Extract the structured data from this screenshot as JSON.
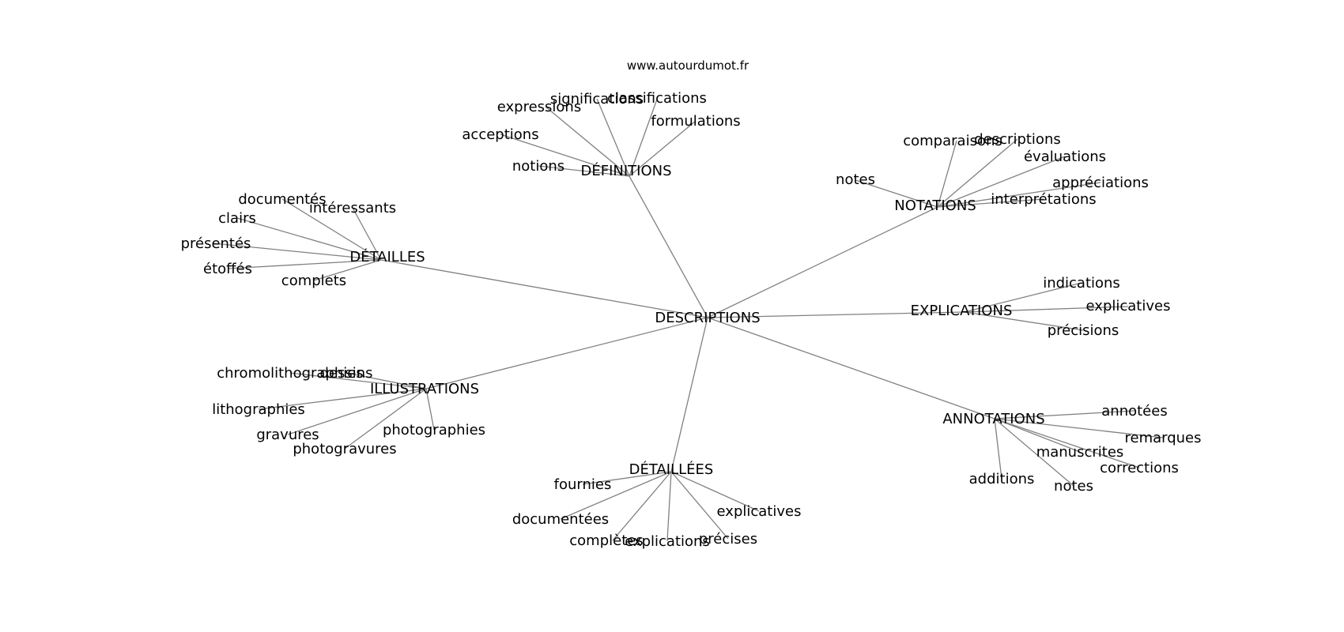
{
  "source": "www.autourdumot.fr",
  "colors": {
    "edge": "#808080",
    "text": "#000000",
    "background": "#ffffff"
  },
  "center": "DESCRIPTIONS",
  "hubs": [
    {
      "label": "DÉFINITIONS",
      "leaves": [
        "acceptions",
        "expressions",
        "significations",
        "classifications",
        "formulations",
        "notions"
      ]
    },
    {
      "label": "NOTATIONS",
      "leaves": [
        "notes",
        "comparaisons",
        "descriptions",
        "évaluations",
        "appréciations",
        "interprétations"
      ]
    },
    {
      "label": "DÉTAILLES",
      "leaves": [
        "documentés",
        "intéressants",
        "clairs",
        "présentés",
        "étoffés",
        "complets"
      ]
    },
    {
      "label": "EXPLICATIONS",
      "leaves": [
        "indications",
        "explicatives",
        "précisions"
      ]
    },
    {
      "label": "ILLUSTRATIONS",
      "leaves": [
        "chromolithographies",
        "dessins",
        "lithographies",
        "gravures",
        "photogravures",
        "photographies"
      ]
    },
    {
      "label": "ANNOTATIONS",
      "leaves": [
        "annotées",
        "remarques",
        "manuscrites",
        "corrections",
        "additions",
        "notes"
      ]
    },
    {
      "label": "DÉTAILLÉES",
      "leaves": [
        "fournies",
        "documentées",
        "complètes",
        "explications",
        "précises",
        "explicatives"
      ]
    }
  ]
}
